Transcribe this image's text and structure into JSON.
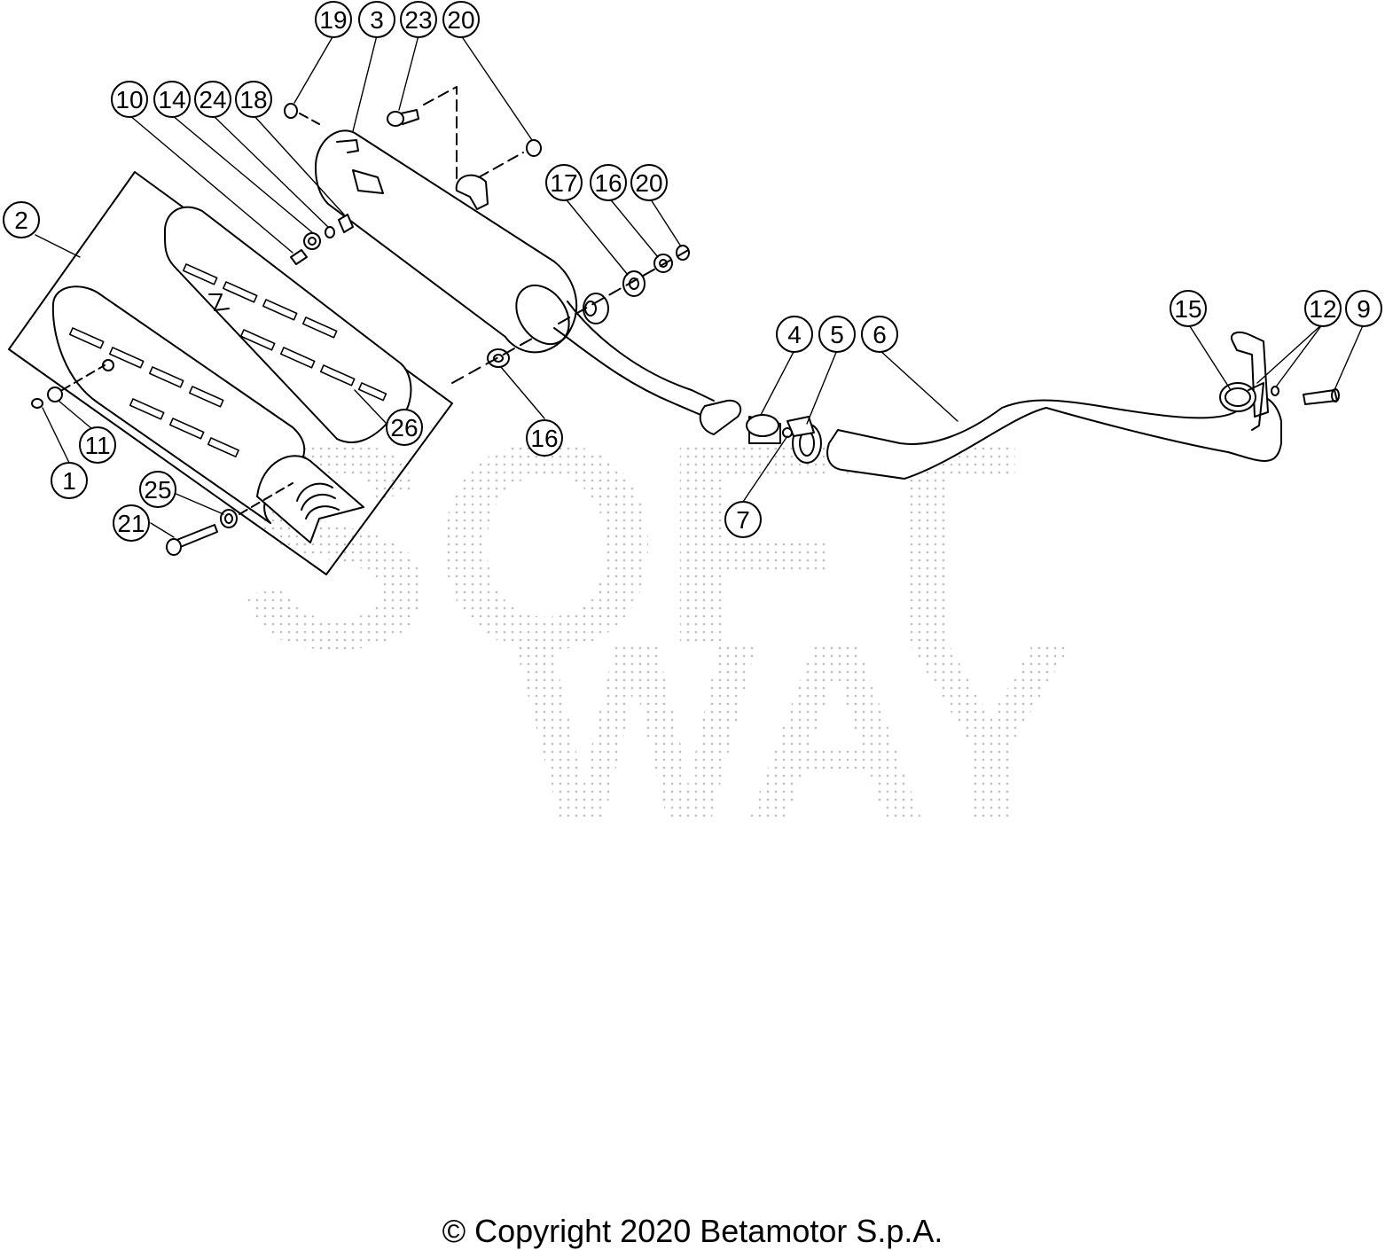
{
  "watermark": {
    "top_text": "SOFT",
    "bottom_text": "WAY",
    "color": "#c8c8c8"
  },
  "callouts": [
    {
      "id": "callout-19",
      "label": "19"
    },
    {
      "id": "callout-3",
      "label": "3"
    },
    {
      "id": "callout-23",
      "label": "23"
    },
    {
      "id": "callout-20-top",
      "label": "20"
    },
    {
      "id": "callout-10",
      "label": "10"
    },
    {
      "id": "callout-14",
      "label": "14"
    },
    {
      "id": "callout-24",
      "label": "24"
    },
    {
      "id": "callout-18",
      "label": "18"
    },
    {
      "id": "callout-2",
      "label": "2"
    },
    {
      "id": "callout-17",
      "label": "17"
    },
    {
      "id": "callout-16-top",
      "label": "16"
    },
    {
      "id": "callout-20-mid",
      "label": "20"
    },
    {
      "id": "callout-15",
      "label": "15"
    },
    {
      "id": "callout-12",
      "label": "12"
    },
    {
      "id": "callout-9",
      "label": "9"
    },
    {
      "id": "callout-4",
      "label": "4"
    },
    {
      "id": "callout-5",
      "label": "5"
    },
    {
      "id": "callout-6",
      "label": "6"
    },
    {
      "id": "callout-26",
      "label": "26"
    },
    {
      "id": "callout-16-low",
      "label": "16"
    },
    {
      "id": "callout-11",
      "label": "11"
    },
    {
      "id": "callout-1",
      "label": "1"
    },
    {
      "id": "callout-25",
      "label": "25"
    },
    {
      "id": "callout-21",
      "label": "21"
    },
    {
      "id": "callout-7",
      "label": "7"
    }
  ],
  "footer": {
    "copyright": "© Copyright 2020 Betamotor S.p.A."
  }
}
